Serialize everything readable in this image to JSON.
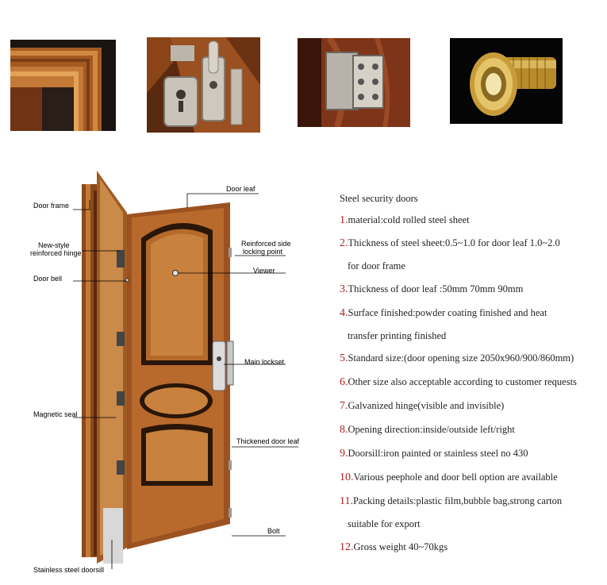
{
  "photos": [
    {
      "name": "door-frame-corner-photo"
    },
    {
      "name": "lockset-detail-photo"
    },
    {
      "name": "hinge-detail-photo"
    },
    {
      "name": "peephole-viewer-photo"
    }
  ],
  "labels": {
    "door_frame": "Door frame",
    "hinge_1": "New-style",
    "hinge_2": "reinforced hinge",
    "door_bell": "Door bell",
    "magnetic_seal": "Magnetic seal",
    "doorsill": "Stainless steel doorsill",
    "door_leaf": "Door leaf",
    "locking_1": "Reinforced side",
    "locking_2": "locking point",
    "viewer": "Viewer",
    "main_lockset": "Main lockset",
    "thickened": "Thickened door leaf",
    "bolt": "Bolt"
  },
  "specs": {
    "title": "Steel security doors",
    "items": [
      {
        "num": "1.",
        "text": "material:cold rolled steel sheet"
      },
      {
        "num": "2.",
        "text": "Thickness of steel sheet:0.5~1.0 for door leaf 1.0~2.0"
      },
      {
        "num": "",
        "text": "for  door frame"
      },
      {
        "num": "3.",
        "text": "Thickness of door leaf :50mm 70mm 90mm"
      },
      {
        "num": "4.",
        "text": "Surface finished:powder coating finished and heat"
      },
      {
        "num": "",
        "text": "transfer printing finished"
      },
      {
        "num": "5.",
        "text": "Standard size:(door opening size 2050x960/900/860mm)"
      },
      {
        "num": "6.",
        "text": "Other size also acceptable according to customer requests"
      },
      {
        "num": "7.",
        "text": "Galvanized hinge(visible and invisible)"
      },
      {
        "num": "8.",
        "text": "Opening direction:inside/outside left/right"
      },
      {
        "num": "9.",
        "text": "Doorsill:iron painted or stainless steel no 430"
      },
      {
        "num": "10.",
        "text": "Various peephole and door bell option are available"
      },
      {
        "num": "11.",
        "text": "Packing details:plastic film,bubble bag,strong carton"
      },
      {
        "num": "",
        "text": "suitable for export"
      },
      {
        "num": "12.",
        "text": "Gross weight 40~70kgs"
      }
    ]
  }
}
